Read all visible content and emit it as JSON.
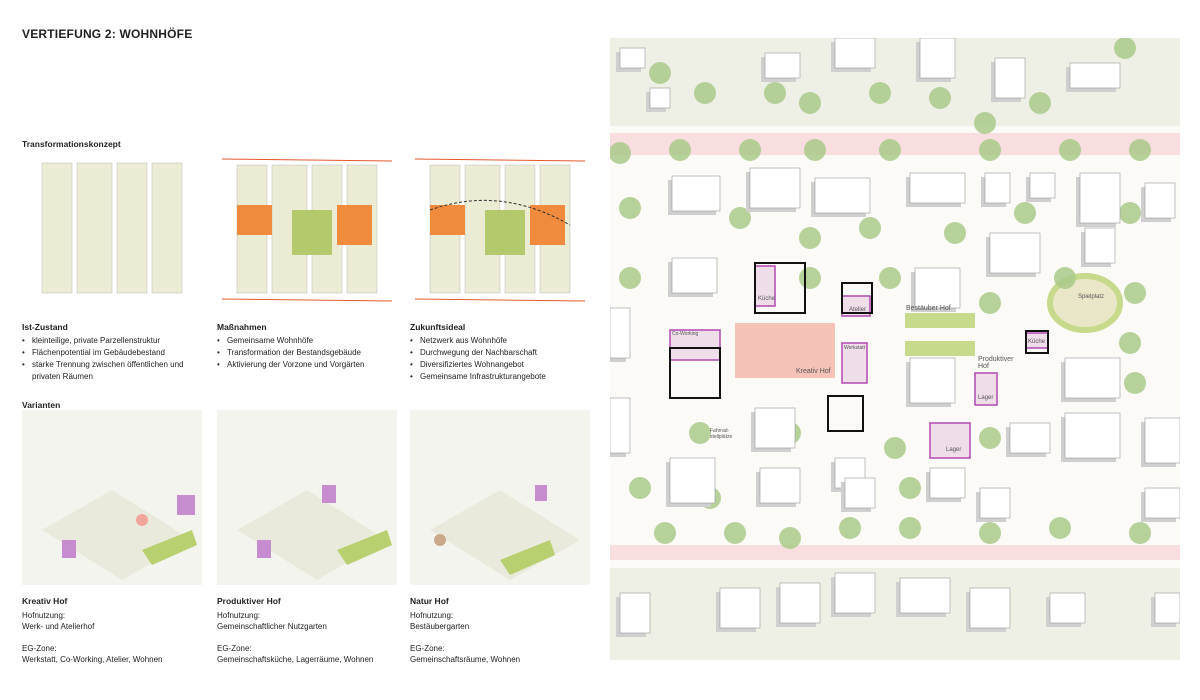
{
  "title": "VERTIEFUNG 2: WOHNHÖFE",
  "transformation": {
    "heading": "Transformationskonzept",
    "columns": [
      {
        "title": "Ist-Zustand",
        "items": [
          "kleinteilige, private Parzellenstruktur",
          "Flächenpotential im Gebäudebestand",
          "starke Trennung zwischen öffentlichen und privaten Räumen"
        ]
      },
      {
        "title": "Maßnahmen",
        "items": [
          "Gemeinsame Wohnhöfe",
          "Transformation der Bestandsgebäude",
          "Aktivierung der Vorzone und Vorgärten"
        ]
      },
      {
        "title": "Zukunftsideal",
        "items": [
          "Netzwerk aus Wohnhöfe",
          "Durchwegung der Nachbarschaft",
          "Diversifiziertes Wohnangebot",
          "Gemeinsame Infrastrukturangebote"
        ]
      }
    ]
  },
  "variants": {
    "heading": "Varianten",
    "items": [
      {
        "title": "Kreativ Hof",
        "use_label": "Hofnutzung:",
        "use": "Werk- und Atelierhof",
        "zone_label": "EG-Zone:",
        "zone": "Werkstatt, Co-Working, Atelier, Wohnen"
      },
      {
        "title": "Produktiver Hof",
        "use_label": "Hofnutzung:",
        "use": "Gemeinschaftlicher Nutzgarten",
        "zone_label": "EG-Zone:",
        "zone": "Gemeinschaftsküche, Lagerräume, Wohnen"
      },
      {
        "title": "Natur Hof",
        "use_label": "Hofnutzung:",
        "use": "Bestäubergarten",
        "zone_label": "EG-Zone:",
        "zone": "Gemeinschaftsräume, Wohnen"
      }
    ]
  },
  "map": {
    "labels": {
      "kueche1": "Küche",
      "atelier": "Atelier",
      "bestaeuber": "Bestäuber Hof",
      "coworking": "Co-Working",
      "werkstatt": "Werkstatt",
      "kreativ": "Kreativ Hof",
      "produktiv": "Produktiver Hof",
      "kueche2": "Küche",
      "lager1": "Lager",
      "lager2": "Lager",
      "spielplatz": "Spielplatz",
      "fahrrad": "Fahrrad-stellplätze"
    }
  },
  "colors": {
    "accent": "#e4572e",
    "purple": "#b04bb0",
    "green": "#a9c98a",
    "road": "#f8dede"
  }
}
